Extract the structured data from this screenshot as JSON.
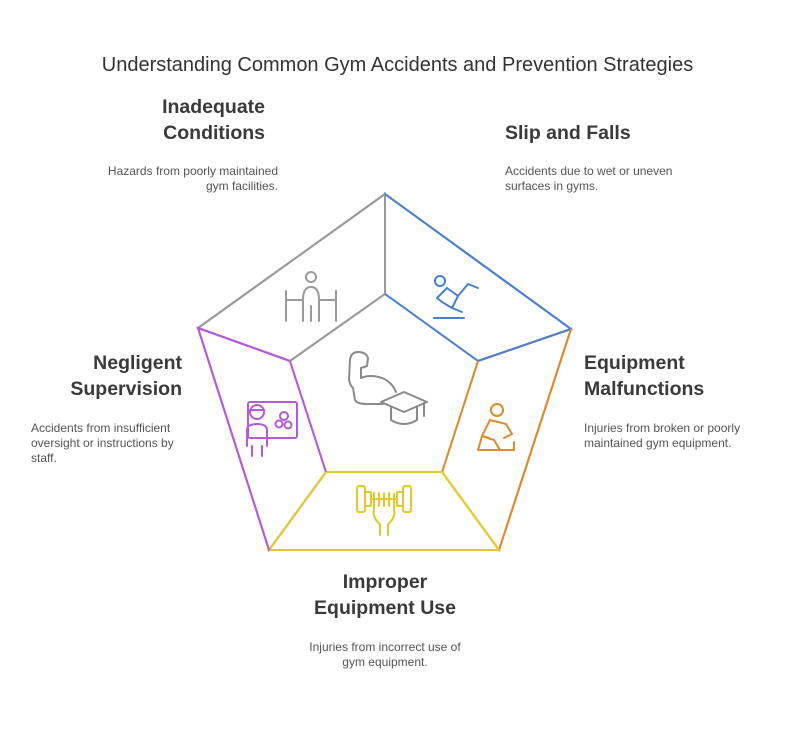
{
  "title": "Understanding Common Gym Accidents and Prevention Strategies",
  "sections": {
    "inadequate": {
      "label_line1": "Inadequate",
      "label_line2": "Conditions",
      "desc_line1": "Hazards from poorly maintained",
      "desc_line2": "gym facilities.",
      "color": "#9a9a9a",
      "icon": "trainer-figure-icon"
    },
    "slip": {
      "label_line1": "Slip and Falls",
      "desc_line1": "Accidents due to wet or uneven",
      "desc_line2": "surfaces in gyms.",
      "color": "#4a7fd8",
      "icon": "falling-person-icon"
    },
    "malfunction": {
      "label_line1": "Equipment",
      "label_line2": "Malfunctions",
      "desc_line1": "Injuries from broken or poorly",
      "desc_line2": "maintained gym equipment.",
      "color": "#e08a2e",
      "icon": "injured-person-icon"
    },
    "improper": {
      "label_line1": "Improper",
      "label_line2": "Equipment Use",
      "desc_line1": "Injuries from incorrect use of",
      "desc_line2": "gym equipment.",
      "color": "#e6c829",
      "icon": "hand-dumbbell-icon"
    },
    "negligent": {
      "label_line1": "Negligent",
      "label_line2": "Supervision",
      "desc_line1": "Accidents from insufficient",
      "desc_line2": "oversight or instructions by",
      "desc_line3": "staff.",
      "color": "#b55ad8",
      "icon": "coach-board-icon"
    }
  },
  "center_icon": "muscle-graduation-cap-icon"
}
